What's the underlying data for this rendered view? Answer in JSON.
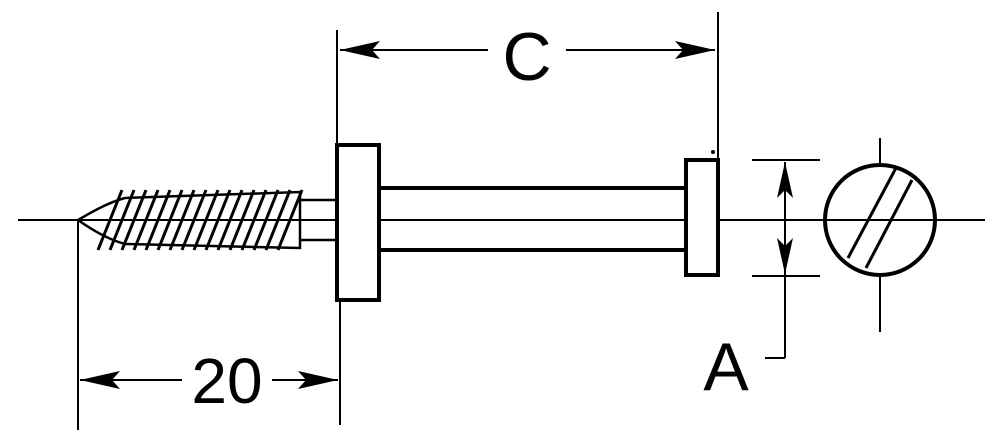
{
  "labels": {
    "c": "C",
    "length": "20",
    "a": "A"
  },
  "colors": {
    "ink": "#000000",
    "paper": "#ffffff"
  }
}
